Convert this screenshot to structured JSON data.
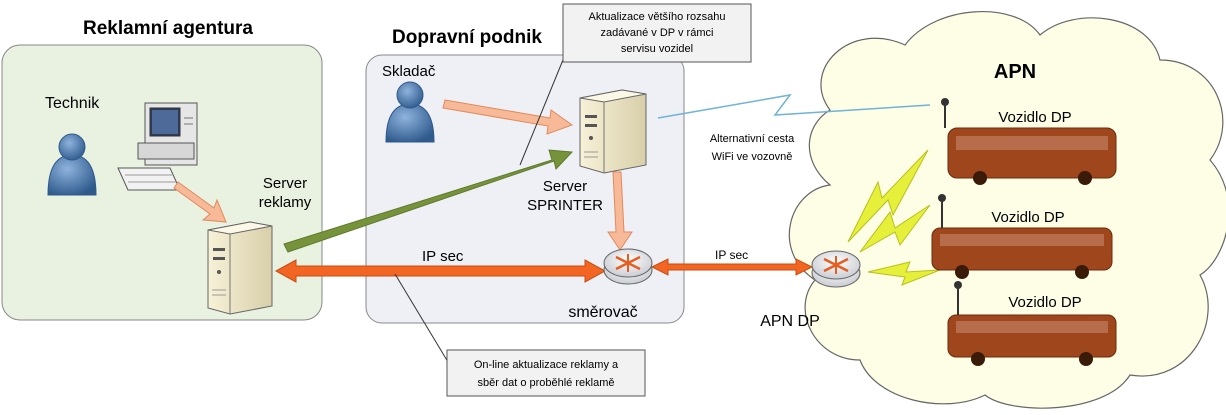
{
  "agency": {
    "title": "Reklamní agentura",
    "technician": "Technik",
    "server_label_1": "Server",
    "server_label_2": "reklamy"
  },
  "transport": {
    "title": "Dopravní podnik",
    "stacker": "Skladač",
    "server_label_1": "Server",
    "server_label_2": "SPRINTER",
    "router": "směrovač"
  },
  "callouts": {
    "top_1": "Aktualizace většího rozsahu",
    "top_2": "zadávané v DP v rámci",
    "top_3": "servisu vozidel",
    "bottom_1": "On-line aktualizace reklamy a",
    "bottom_2": "sběr dat o proběhlé reklamě"
  },
  "links": {
    "ipsec_left": "IP sec",
    "ipsec_right": "IP sec",
    "wifi_1": "Alternativní cesta",
    "wifi_2": "WiFi ve vozovně"
  },
  "apn": {
    "title": "APN",
    "router_label": "APN DP",
    "vehicles": [
      "Vozidlo DP",
      "Vozidlo DP",
      "Vozidlo DP"
    ]
  },
  "colors": {
    "agency_fill": "#e9f2e1",
    "transport_fill": "#eef0f6",
    "cloud_fill": "#fefee6",
    "orange_arrow": "#f26522",
    "peach_arrow": "#f7b997",
    "green_arrow": "#76933c",
    "bus": "#a0461c",
    "lightning": "#e6ef3a"
  }
}
